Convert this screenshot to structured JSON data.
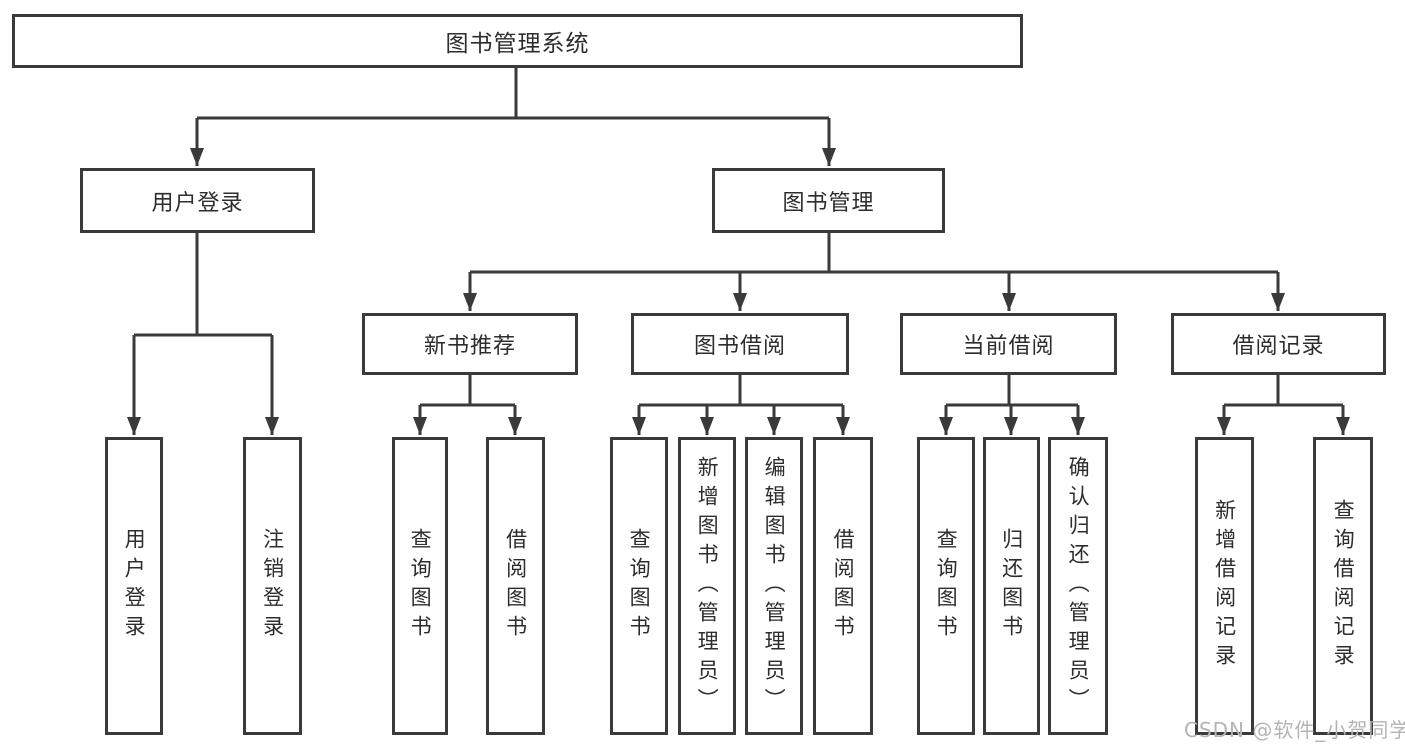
{
  "tree": {
    "root": "图书管理系统",
    "user_login": {
      "label": "用户登录",
      "leaves": [
        "用户登录",
        "注销登录"
      ]
    },
    "book_mgmt": {
      "label": "图书管理",
      "groups": [
        {
          "label": "新书推荐",
          "leaves": [
            "查询图书",
            "借阅图书"
          ]
        },
        {
          "label": "图书借阅",
          "leaves": [
            "查询图书",
            "新增图书（管理员）",
            "编辑图书（管理员）",
            "借阅图书"
          ]
        },
        {
          "label": "当前借阅",
          "leaves": [
            "查询图书",
            "归还图书",
            "确认归还（管理员）"
          ]
        },
        {
          "label": "借阅记录",
          "leaves": [
            "新增借阅记录",
            "查询借阅记录"
          ]
        }
      ]
    }
  },
  "watermark": {
    "text": "CSDN @软件_小贺同学",
    "color": "#b4b4b4"
  },
  "colors": {
    "line": "#3a3a3a",
    "box_border": "#3a3a3a",
    "text": "#2d2d2d",
    "background": "#ffffff"
  }
}
